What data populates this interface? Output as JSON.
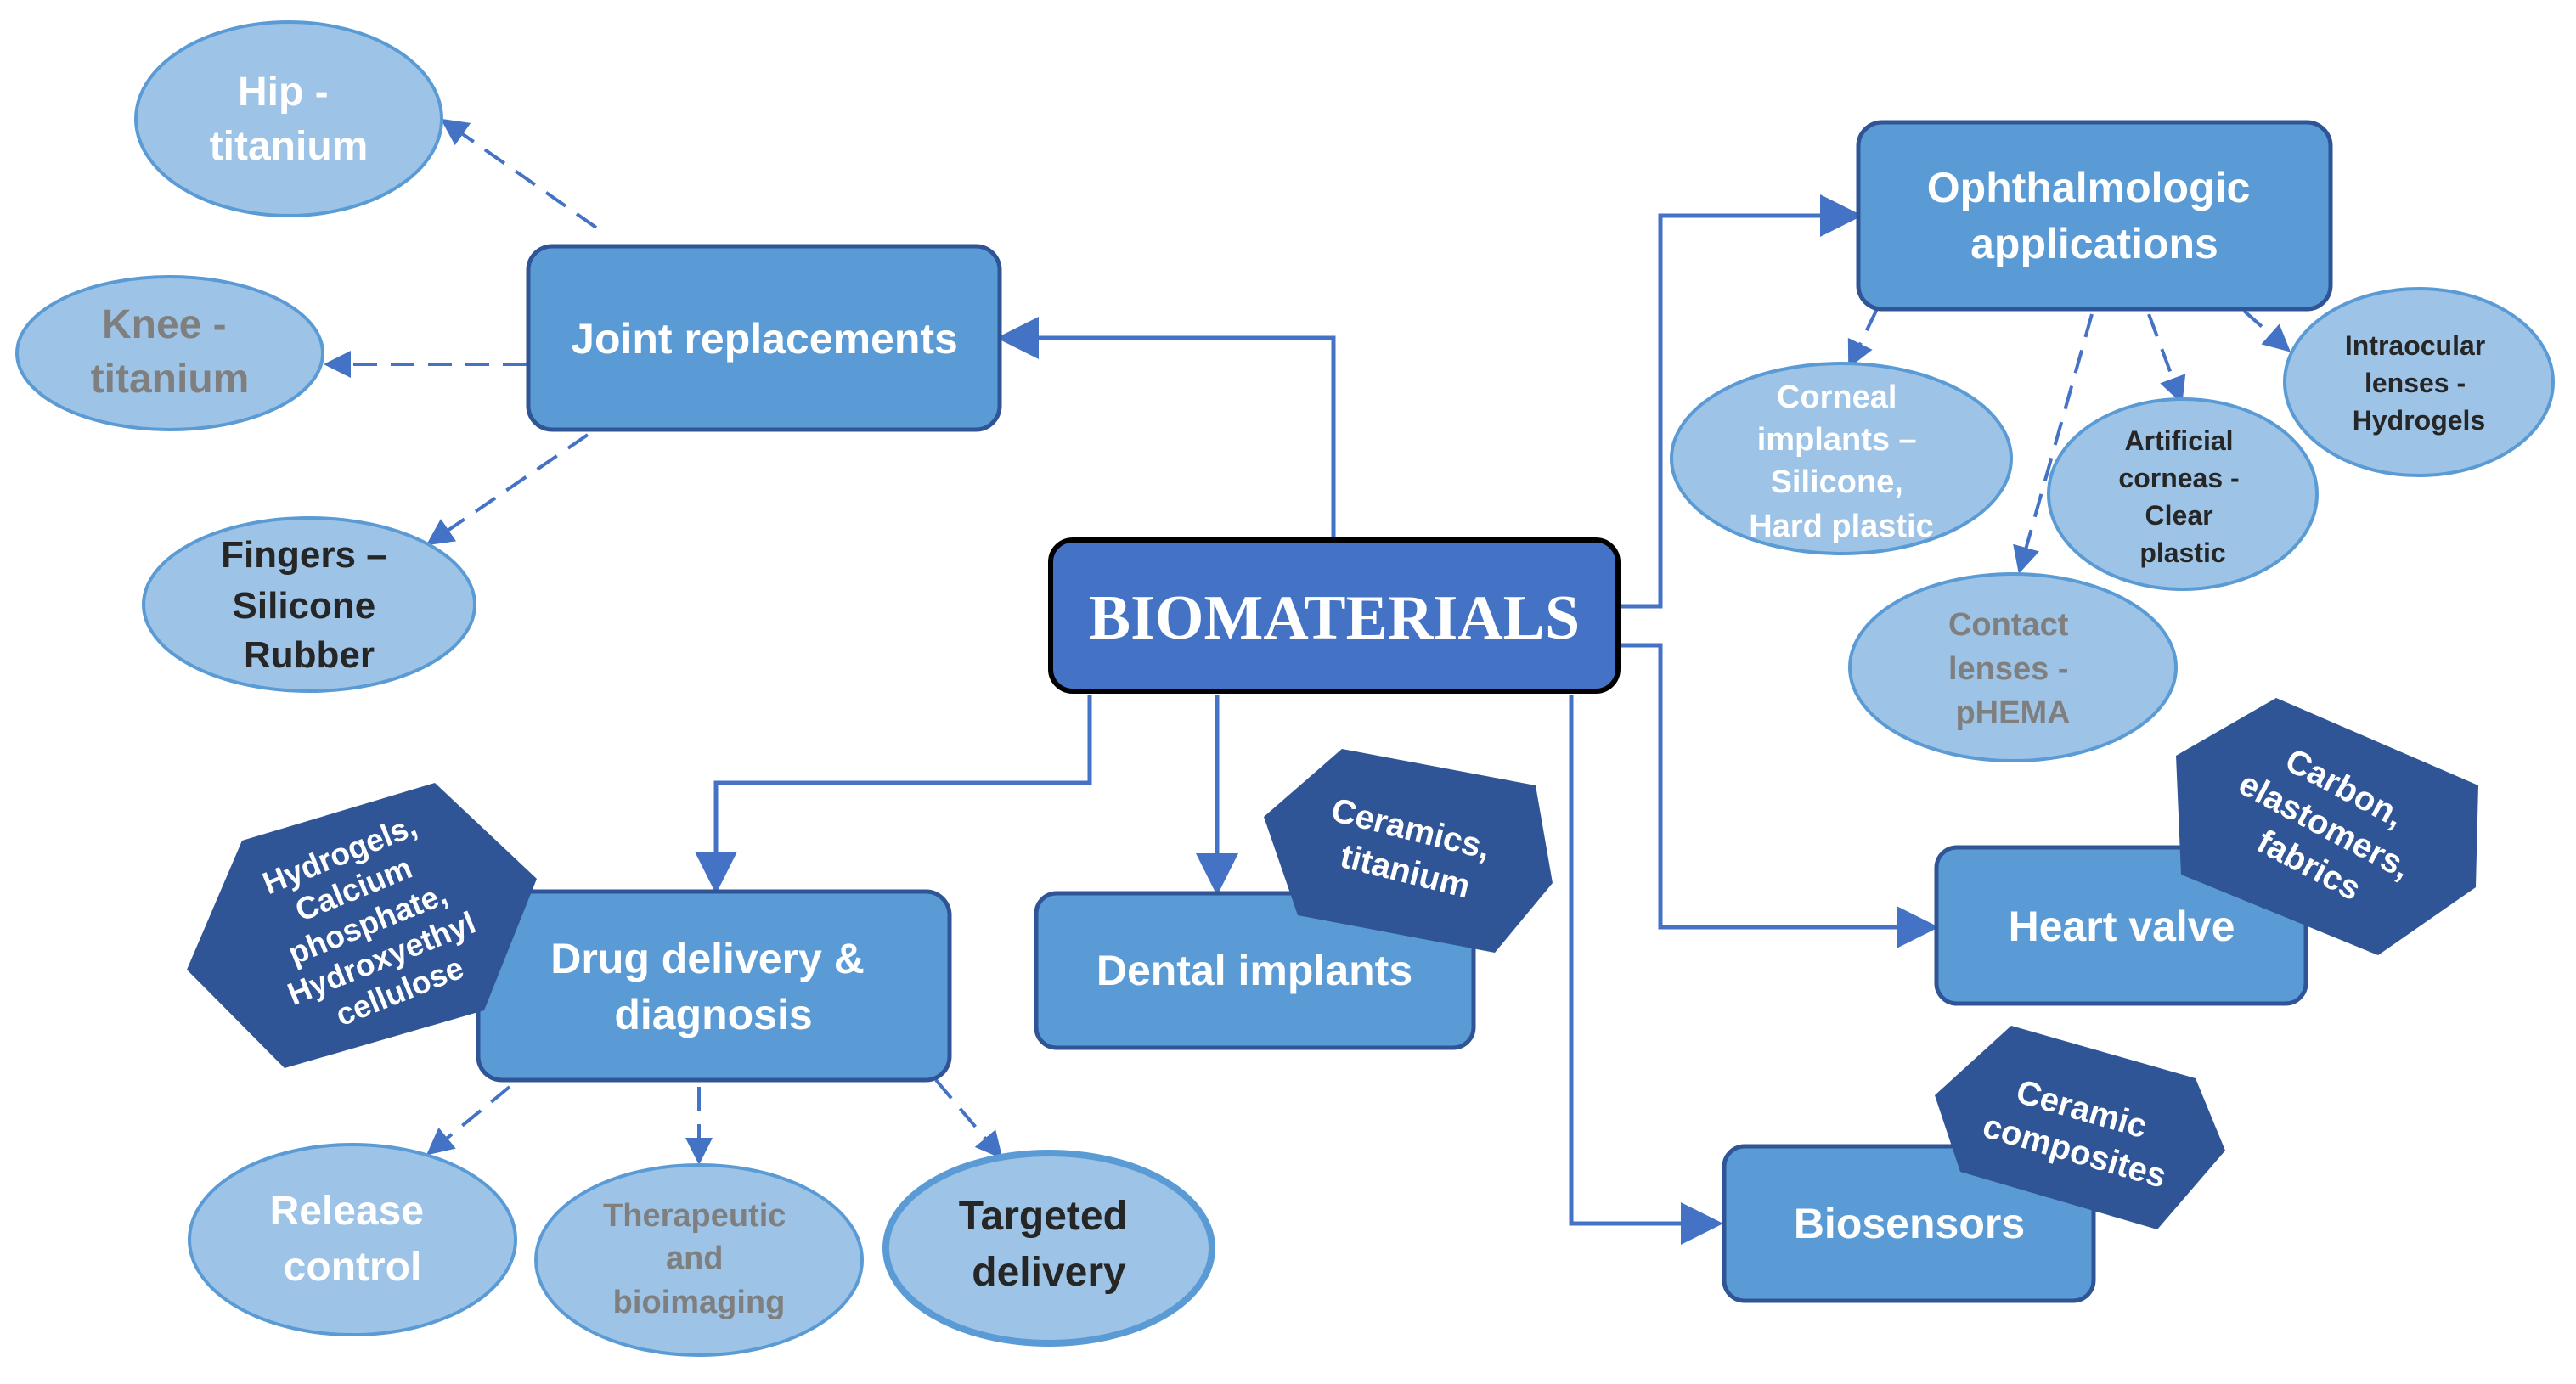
{
  "central": {
    "label": "BIOMATERIALS"
  },
  "boxes": {
    "joint": [
      "Joint replacements"
    ],
    "ophthalmic": [
      "Ophthalmologic",
      "applications"
    ],
    "drug": [
      "Drug delivery &",
      "diagnosis"
    ],
    "dental": [
      "Dental implants"
    ],
    "heart": [
      "Heart valve"
    ],
    "biosensors": [
      "Biosensors"
    ]
  },
  "ellipses": {
    "hip": [
      "Hip -",
      "titanium"
    ],
    "knee": [
      "Knee -",
      "titanium"
    ],
    "fingers": [
      "Fingers –",
      "Silicone",
      "Rubber"
    ],
    "corneal": [
      "Corneal",
      "implants –",
      "Silicone,",
      "Hard plastic"
    ],
    "artificial": [
      "Artificial",
      "corneas  -",
      "Clear",
      "plastic"
    ],
    "intraocular": [
      "Intraocular",
      "lenses -",
      "Hydrogels"
    ],
    "contact": [
      "Contact",
      "lenses -",
      "pHEMA"
    ],
    "release": [
      "Release",
      "control"
    ],
    "therapeutic": [
      "Therapeutic",
      "and",
      "bioimaging"
    ],
    "targeted": [
      "Targeted",
      "delivery"
    ]
  },
  "hexagons": {
    "hydrogels": [
      "Hydrogels,",
      "Calcium",
      "phosphate,",
      "Hydroxyethyl",
      "cellulose"
    ],
    "ceramics": [
      "Ceramics,",
      "titanium"
    ],
    "carbon": [
      "Carbon,",
      "elastomers,",
      "fabrics"
    ],
    "ceramic_composites": [
      "Ceramic",
      "composites"
    ]
  },
  "colors": {
    "box_fill": "#5b9bd5",
    "box_stroke": "#2f5597",
    "central_fill": "#4472c4",
    "ellipse_fill": "#9dc3e6",
    "ellipse_stroke": "#5b9bd5",
    "hexagon_fill": "#2f5597",
    "connector": "#4472c4",
    "text_white": "#ffffff",
    "text_gray": "#7f7f7f",
    "text_dark": "#262626"
  }
}
